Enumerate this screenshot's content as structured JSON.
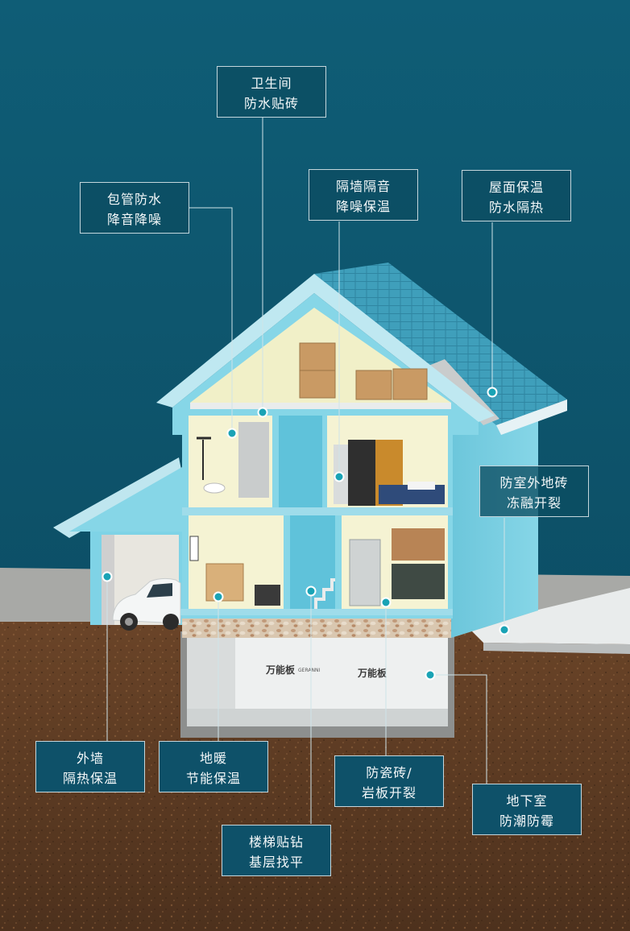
{
  "callouts": [
    {
      "id": "bathroom",
      "lines": [
        "卫生间",
        "防水贴砖"
      ]
    },
    {
      "id": "pipe",
      "lines": [
        "包管防水",
        "降音降噪"
      ]
    },
    {
      "id": "partition",
      "lines": [
        "隔墙隔音",
        "降噪保温"
      ]
    },
    {
      "id": "roof",
      "lines": [
        "屋面保温",
        "防水隔热"
      ]
    },
    {
      "id": "outdoor-tile",
      "lines": [
        "防室外地砖",
        "冻融开裂"
      ]
    },
    {
      "id": "exterior-wall",
      "lines": [
        "外墙",
        "隔热保温"
      ]
    },
    {
      "id": "floor-heating",
      "lines": [
        "地暖",
        "节能保温"
      ]
    },
    {
      "id": "tile-crack",
      "lines": [
        "防瓷砖/",
        "岩板开裂"
      ]
    },
    {
      "id": "basement",
      "lines": [
        "地下室",
        "防潮防霉"
      ]
    },
    {
      "id": "stairs",
      "lines": [
        "楼梯贴钻",
        "基层找平"
      ]
    }
  ],
  "board_brand": "万能板",
  "board_brand_latin": "GERANNI",
  "colors": {
    "sky_top": "#0e5a72",
    "sky_bottom": "#0b4a60",
    "wall_blue": "#7fd3e6",
    "roof_tile": "#3fa3c0",
    "soil": "#5a3a22",
    "callout_bg": "#0b4d62",
    "dot": "#1aa3b5"
  }
}
